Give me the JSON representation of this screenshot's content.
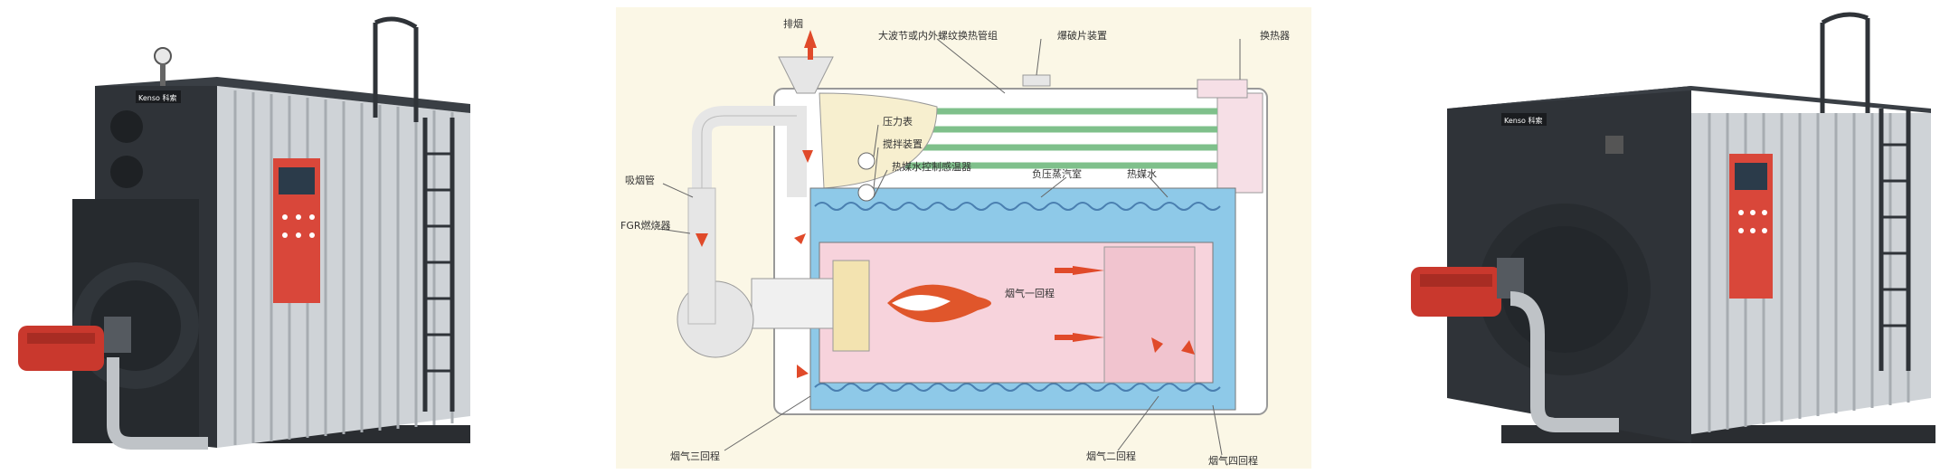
{
  "left_product": {
    "brand_label": "Kenso 科索"
  },
  "right_product": {
    "brand_label": "Kenso 科索"
  },
  "diagram": {
    "labels": {
      "exhaust": "排烟",
      "tube_bundle": "大波节或内外螺纹换热管组",
      "explosion_device": "爆破片装置",
      "heat_exchanger": "换热器",
      "pressure_gauge": "压力表",
      "mixing_device": "搅拌装置",
      "temp_controller": "热媒水控制感温器",
      "negative_pressure_chamber": "负压蒸汽室",
      "heat_medium_water": "热媒水",
      "suction_pipe": "吸烟管",
      "fgr_burner": "FGR燃烧器",
      "flue_pass_1": "烟气一回程",
      "flue_pass_3": "烟气三回程",
      "flue_pass_2": "烟气二回程",
      "flue_pass_4": "烟气四回程"
    }
  },
  "colors": {
    "cabinet_red": "#d9473a",
    "body_dark": "#2f3338",
    "cladding_silver": "#c8ccd0",
    "tube_green": "#7fc08b",
    "water_blue": "#8ec9e8",
    "flame_orange": "#e0562b",
    "arrow_red": "#e04a2a",
    "diagram_bg": "#fbf7e6"
  }
}
